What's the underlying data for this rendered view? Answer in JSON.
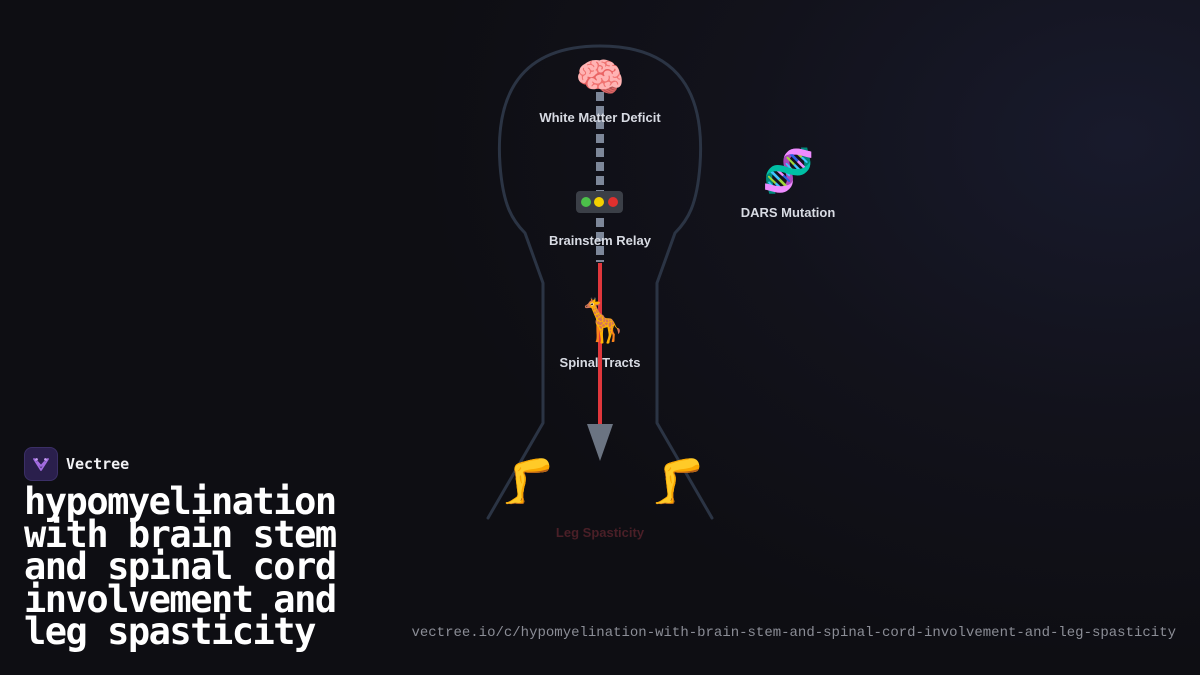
{
  "brand": {
    "name": "Vectree",
    "logo_icon": "vectree-logo-icon",
    "logo_color": "#a26be0"
  },
  "title": "hypomyelination with brain stem and spinal cord involvement and leg spasticity",
  "url": "vectree.io/c/hypomyelination-with-brain-stem-and-spinal-cord-involvement-and-leg-spasticity",
  "diagram": {
    "nodes": [
      {
        "id": "white-matter",
        "icon": "brain-icon",
        "glyph": "🧠",
        "label": "White Matter Deficit"
      },
      {
        "id": "brainstem",
        "icon": "traffic-light-icon",
        "glyph": "🚥",
        "label": "Brainstem Relay"
      },
      {
        "id": "spinal",
        "icon": "giraffe-icon",
        "glyph": "🦒",
        "label": "Spinal Tracts"
      },
      {
        "id": "dars",
        "icon": "dna-icon",
        "glyph": "🧬",
        "label": "DARS Mutation"
      },
      {
        "id": "leg-left",
        "icon": "leg-icon",
        "glyph": "🦵",
        "label": ""
      },
      {
        "id": "leg-right",
        "icon": "leg-icon",
        "glyph": "🦵",
        "label": ""
      },
      {
        "id": "leg-spasticity",
        "icon": "",
        "glyph": "",
        "label": "Leg Spasticity"
      }
    ],
    "colors": {
      "outline": "#2b3444",
      "dashed_path": "#7d8799",
      "red_path": "#e0373c",
      "arrowhead": "#6b7482",
      "leg_label": "#4a1f27"
    }
  }
}
